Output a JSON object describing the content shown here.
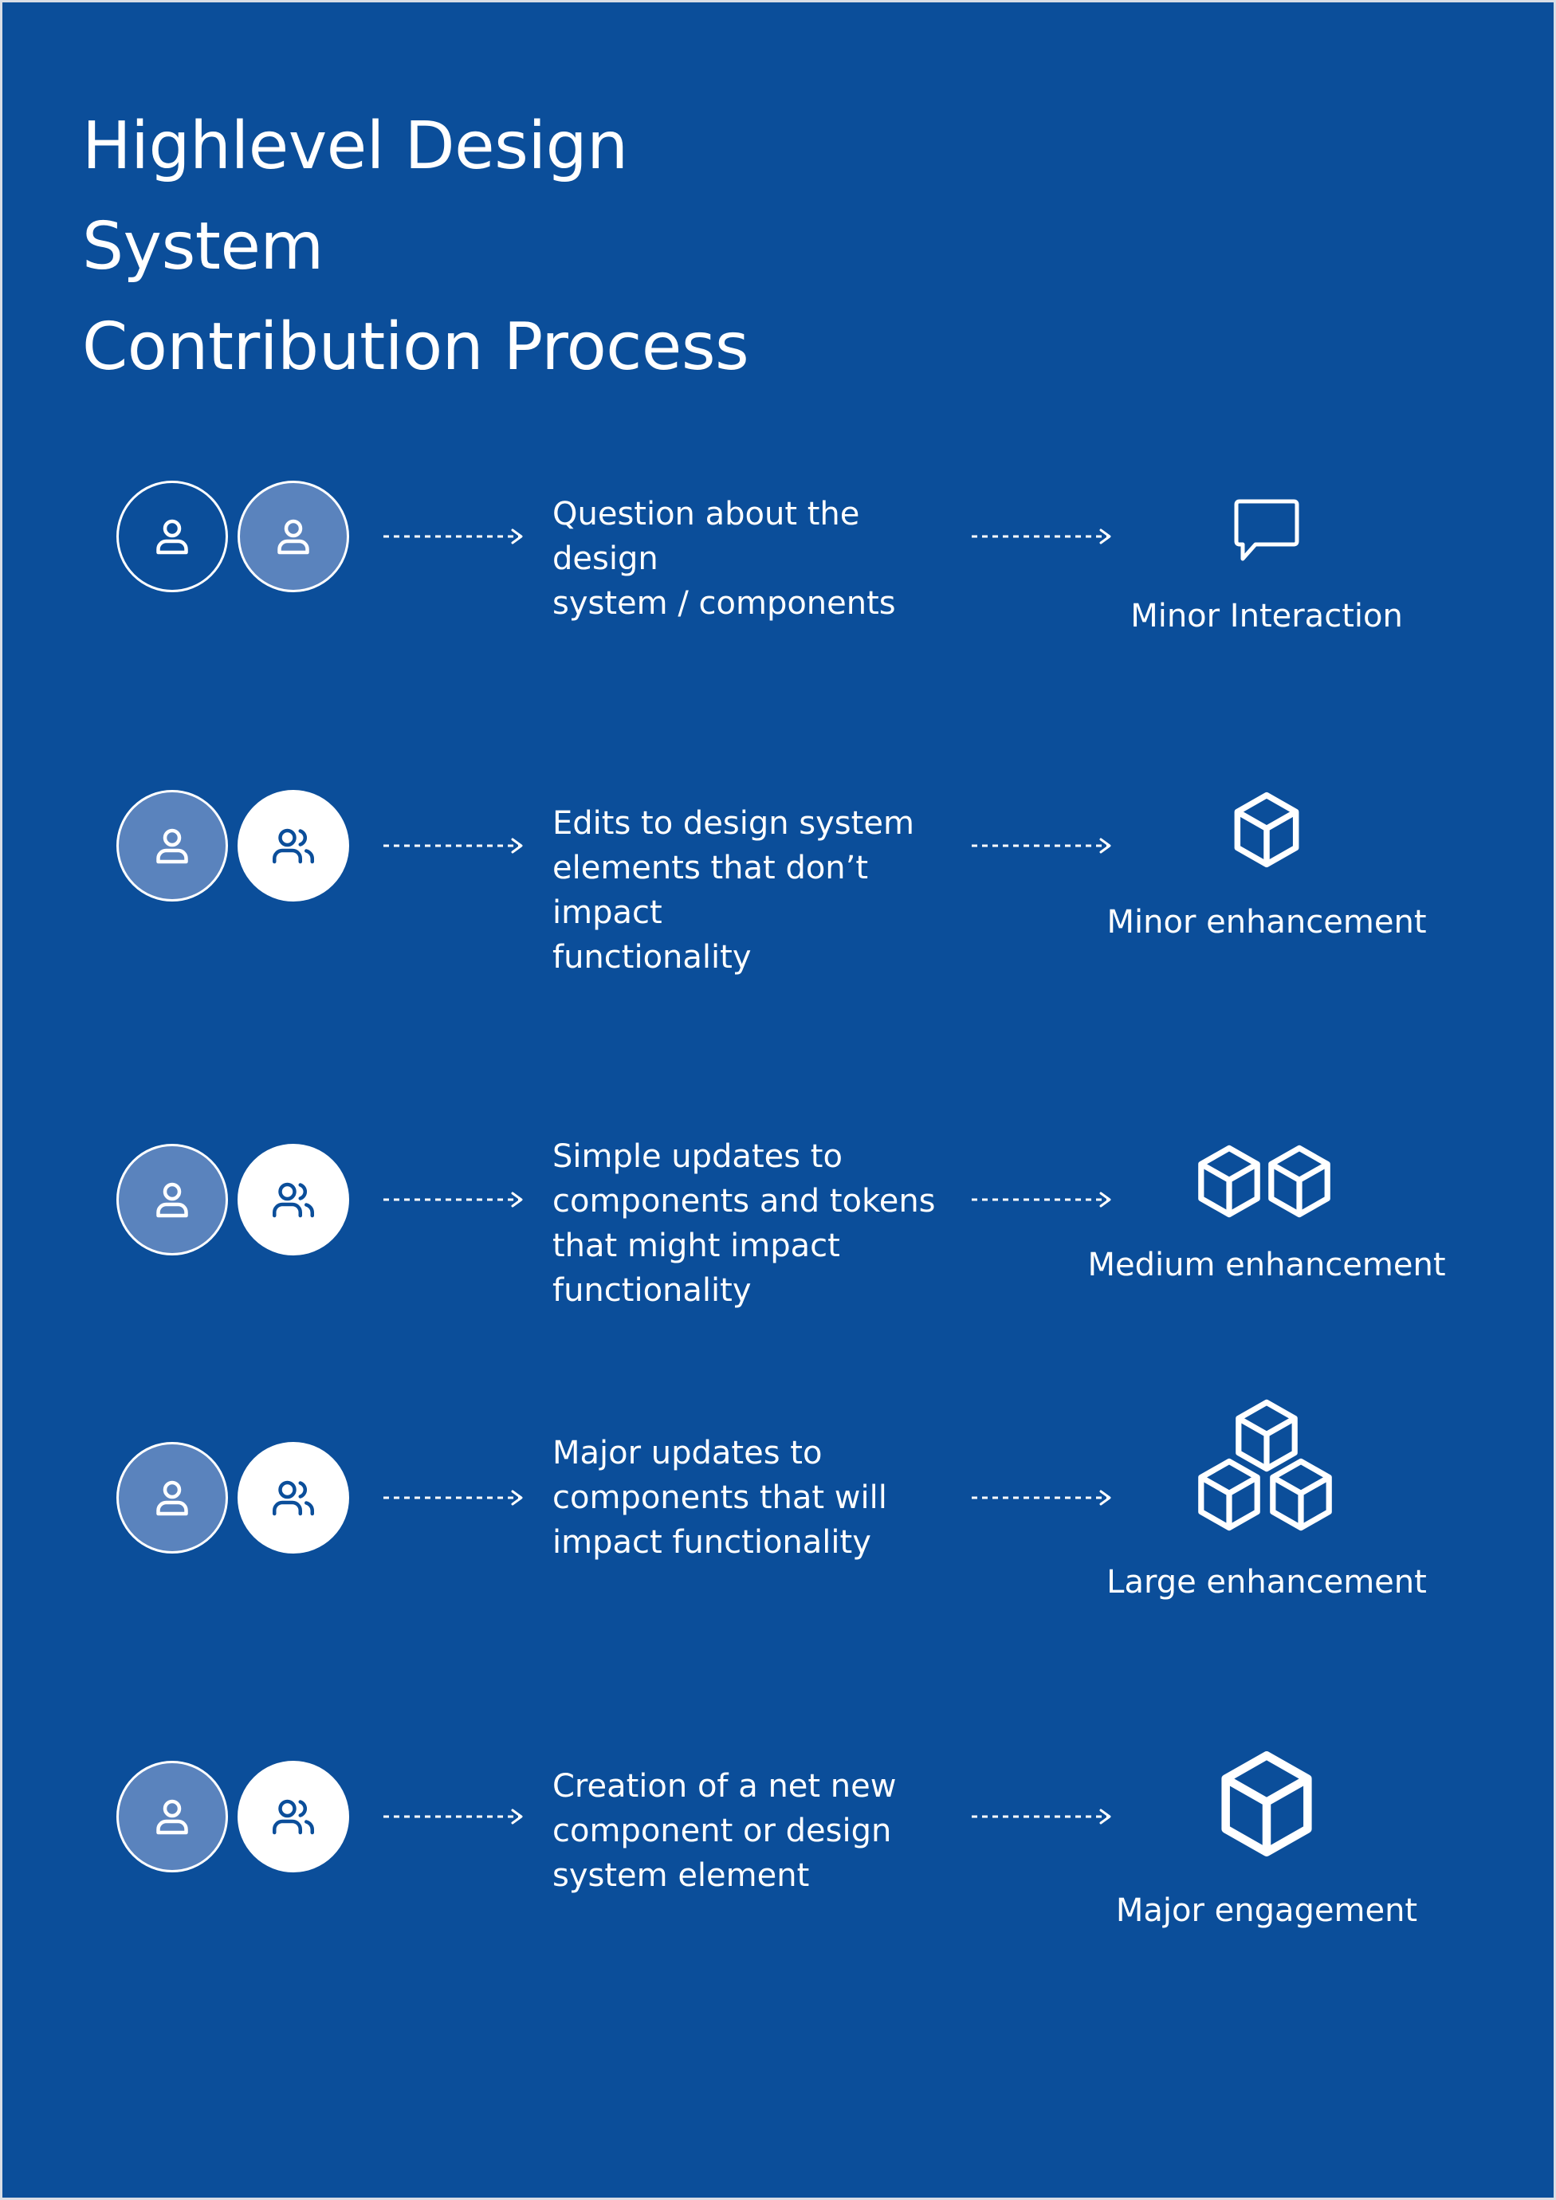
{
  "title": "Highlevel Design System\nContribution Process",
  "rows": [
    {
      "description": "Question about the design\nsystem / components",
      "outcome": "Minor Interaction",
      "outcome_icon": "chat-bubble-icon",
      "avatars": [
        "outline-user-icon",
        "light-user-icon"
      ]
    },
    {
      "description": "Edits to design system\nelements that don’t impact\nfunctionality",
      "outcome": "Minor enhancement",
      "outcome_icon": "cube-icon",
      "avatars": [
        "light-user-icon",
        "white-users-icon"
      ]
    },
    {
      "description": "Simple updates to\ncomponents and tokens\nthat might impact\nfunctionality",
      "outcome": "Medium enhancement",
      "outcome_icon": "two-cubes-icon",
      "avatars": [
        "light-user-icon",
        "white-users-icon"
      ]
    },
    {
      "description": "Major updates to\ncomponents that will\nimpact functionality",
      "outcome": "Large enhancement",
      "outcome_icon": "three-cubes-icon",
      "avatars": [
        "light-user-icon",
        "white-users-icon"
      ]
    },
    {
      "description": "Creation of a net new\ncomponent or design\nsystem element",
      "outcome": "Major engagement",
      "outcome_icon": "large-cube-icon",
      "avatars": [
        "light-user-icon",
        "white-users-icon"
      ]
    }
  ],
  "colors": {
    "background": "#0b4e9a",
    "avatar_light": "#5a83bd",
    "foreground": "#ffffff"
  }
}
